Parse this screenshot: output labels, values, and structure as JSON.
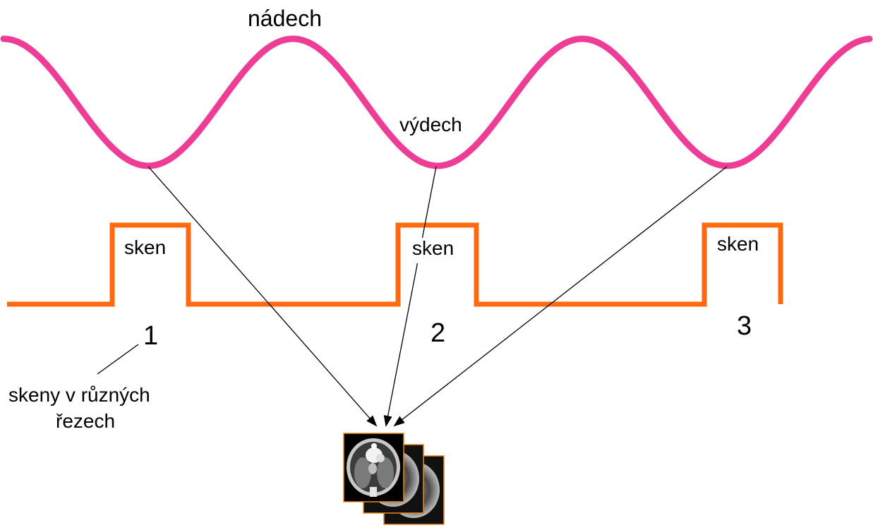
{
  "breathing_curve": {
    "color": "#ee3d96",
    "inhale_label": "nádech",
    "exhale_label": "výdech"
  },
  "scan_signal": {
    "color": "#ff6a10",
    "scan_label": "sken",
    "scans": [
      {
        "label": "sken",
        "number": "1"
      },
      {
        "label": "sken",
        "number": "2"
      },
      {
        "label": "sken",
        "number": "3"
      }
    ]
  },
  "annotation": {
    "line1": "skeny v různých",
    "line2": "řezech"
  },
  "ct_stack": {
    "icon": "ct-slice-stack",
    "frame_color": "#e8891c",
    "count": 3
  }
}
